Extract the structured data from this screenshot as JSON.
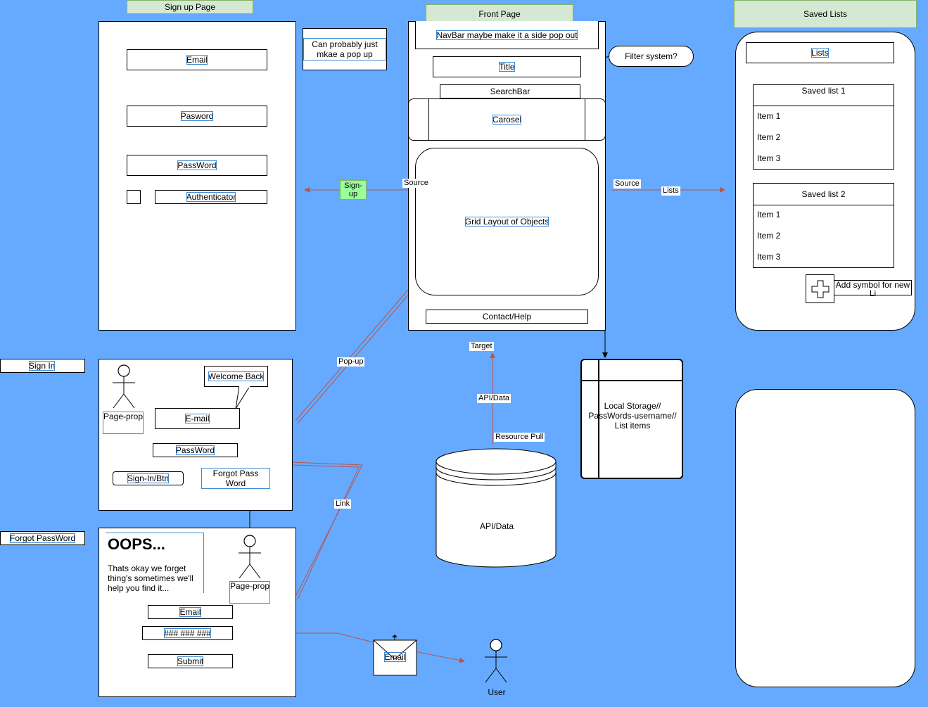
{
  "headers": {
    "signup": "Sign up Page",
    "front": "Front Page",
    "saved": "Saved Lists"
  },
  "signup": {
    "email": "Email",
    "pasword": "Pasword",
    "password2": "PassWord",
    "authenticator": "Authenticator"
  },
  "popup_note": "Can probably just mkae a pop up",
  "front": {
    "navbar": "NavBar maybe make it a side pop out",
    "title": "Title",
    "searchbar": "SearchBar",
    "carousel": "Carosel",
    "grid": "Grid Layout of Objects",
    "contact": "Contact/Help"
  },
  "filter_callout": "Filter system?",
  "saved": {
    "lists_title": "Lists",
    "list1": {
      "name": "Saved list 1",
      "items": [
        "Item 1",
        "Item 2",
        "Item 3"
      ]
    },
    "list2": {
      "name": "Saved list 2",
      "items": [
        "Item 1",
        "Item 2",
        "Item 3"
      ]
    },
    "add_symbol": "Add symbol for new Li"
  },
  "edges": {
    "signup": "Sign-up",
    "source_left": "Source",
    "source_right": "Source",
    "lists": "Lists",
    "popup": "Pop-up",
    "link": "Link",
    "target": "Target",
    "api_data": "API/Data",
    "resource_pull": "Resource Pull"
  },
  "signin": {
    "label": "Sign In",
    "welcome": "Welcome Back",
    "page_prop": "Page-prop",
    "email": "E-mail",
    "password": "PassWord",
    "btn": "Sign-In/Btn",
    "forgot": "Forgot Pass Word"
  },
  "forgot": {
    "label": "Forgot PassWord",
    "heading": "OOPS...",
    "body": "Thats okay we forget thing's sometimes we'll help you find it...",
    "page_prop": "Page-prop",
    "email": "Email",
    "code": "### ### ###",
    "submit": "Submit"
  },
  "storage": "Local Storage// PassWords-username// List items",
  "api_db": "API/Data",
  "email_icon_label": "Email",
  "user": "User",
  "colors": {
    "background": "#66aaff",
    "header_fill": "#d5e8d4",
    "signup_edge": "#99ff99",
    "edge": "#b85450"
  }
}
